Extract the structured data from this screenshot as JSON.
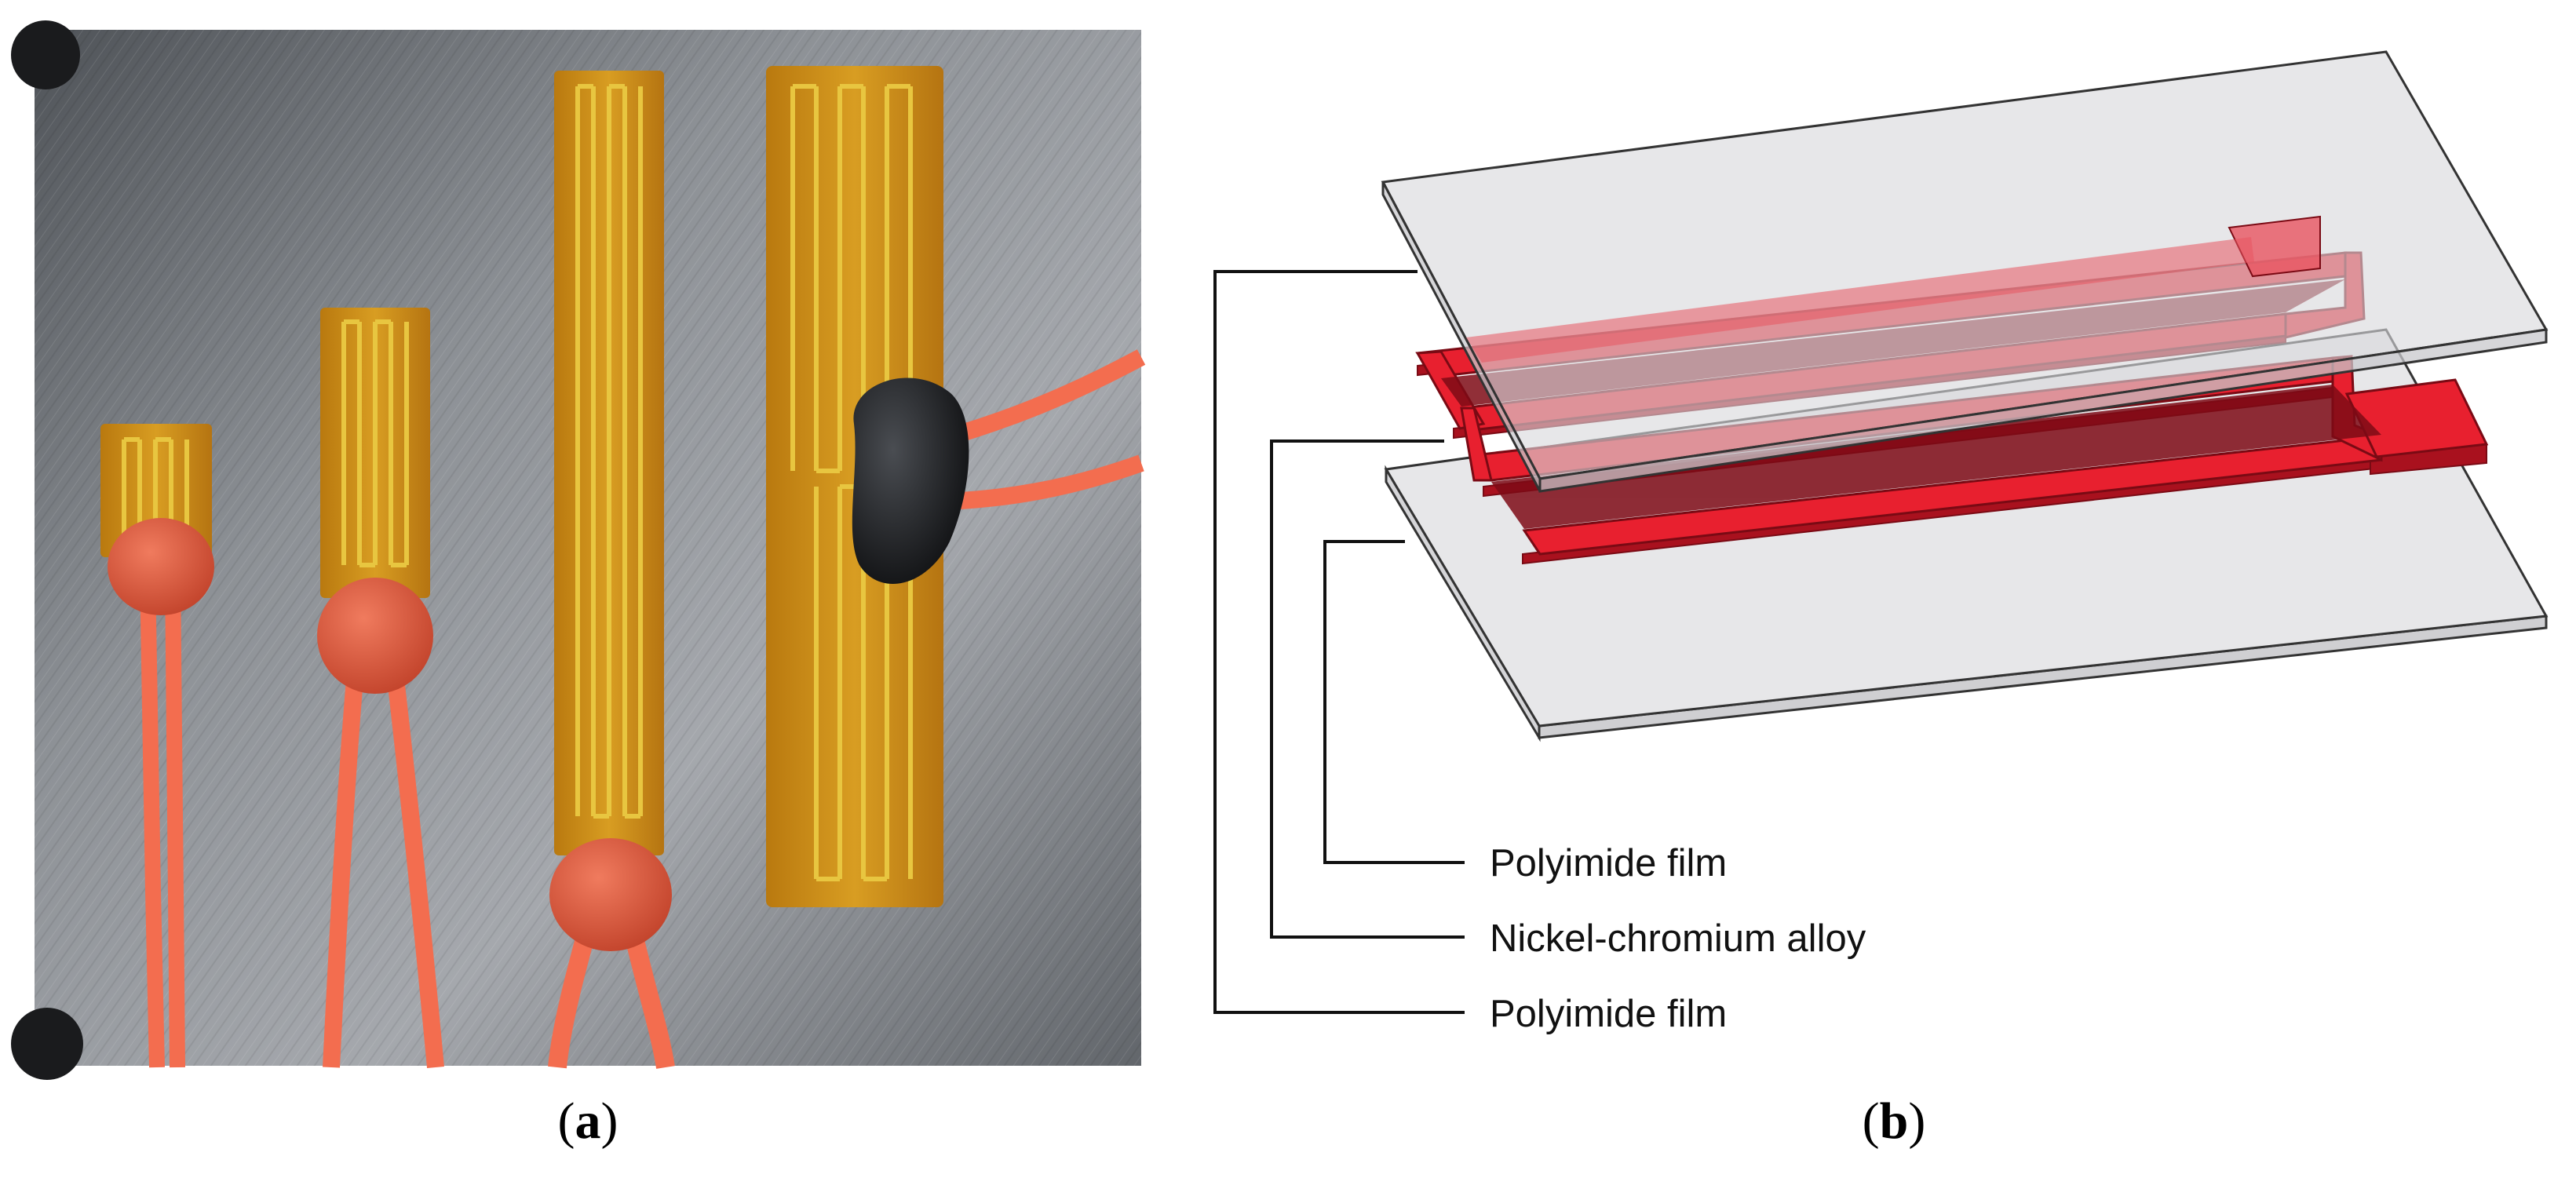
{
  "panels": [
    {
      "id": "a",
      "caption_open": "(",
      "caption_letter": "a",
      "caption_close": ")"
    },
    {
      "id": "b",
      "caption_open": "(",
      "caption_letter": "b",
      "caption_close": ")"
    }
  ],
  "layers": [
    {
      "label": "Polyimide film"
    },
    {
      "label": "Nickel-chromium alloy"
    },
    {
      "label": "Polyimide film"
    }
  ],
  "colors": {
    "kapton": "#c98d18",
    "trace": "#e7c23c",
    "wire": "#f26a4c",
    "epoxy": "#d9553a",
    "plate": "#8a8d92",
    "alloy": "#e3202f",
    "film": "#e6e6e8",
    "film_edge": "#444444"
  }
}
